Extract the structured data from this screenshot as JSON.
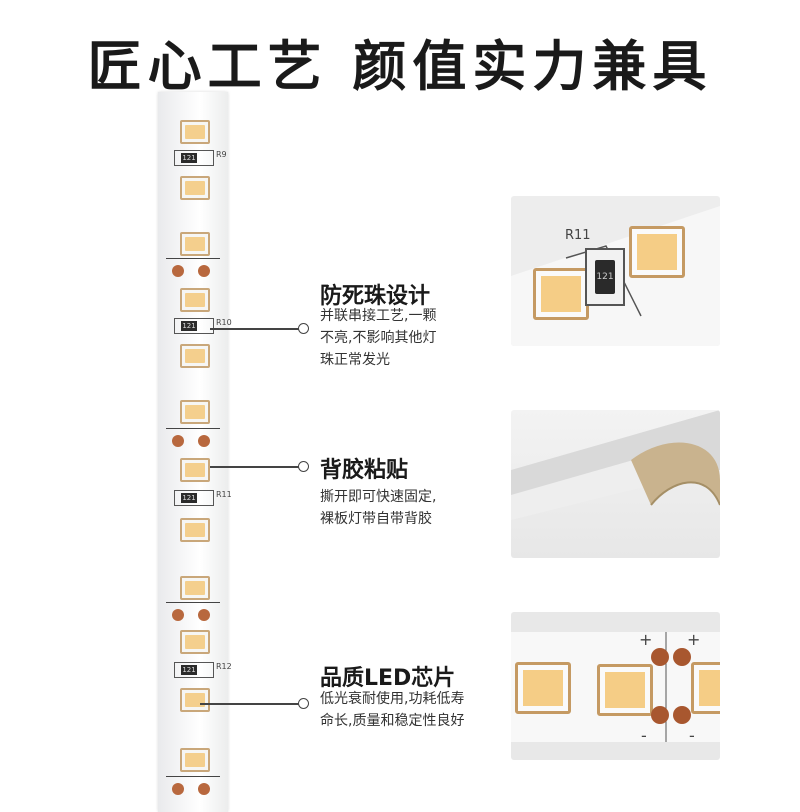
{
  "title": "匠心工艺  颜值实力兼具",
  "features": [
    {
      "heading": "防死珠设计",
      "lines": [
        "并联串接工艺,一颗",
        "不亮,不影响其他灯",
        "珠正常发光"
      ]
    },
    {
      "heading": "背胶粘贴",
      "lines": [
        "撕开即可快速固定,",
        "裸板灯带自带背胶"
      ]
    },
    {
      "heading": "品质LED芯片",
      "lines": [
        "低光衰耐使用,功耗低寿",
        "命长,质量和稳定性良好"
      ]
    }
  ],
  "strip": {
    "resistor_labels": [
      "R9",
      "R10",
      "R11",
      "R12"
    ],
    "resistor_code": "121",
    "pad_plus": "+",
    "pad_minus": "-"
  },
  "photo_closeup": {
    "resistor_label": "R11",
    "resistor_code": "121"
  },
  "colors": {
    "led": "#f4cf8d",
    "pad": "#b8683e",
    "tape": "#c9b38e"
  }
}
